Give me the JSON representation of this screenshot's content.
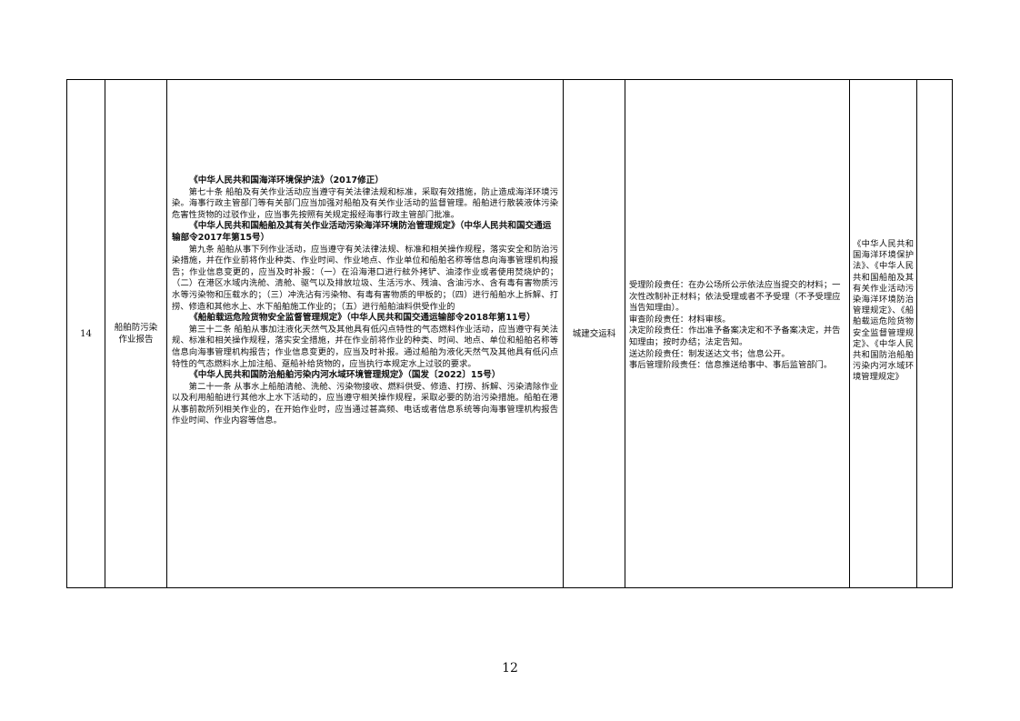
{
  "row": {
    "number": "14",
    "item_name": "船舶防污染作业报告",
    "department": "城建交运科",
    "legal_basis": [
      {
        "type": "title",
        "text": "《中华人民共和国海洋环境保护法》（2017修正）"
      },
      {
        "type": "body",
        "text": "第七十条 船舶及有关作业活动应当遵守有关法律法规和标准，采取有效措施，防止造成海洋环境污染。海事行政主管部门等有关部门应当加强对船舶及有关作业活动的监督管理。船舶进行散装液体污染危害性货物的过驳作业，应当事先按照有关规定报经海事行政主管部门批准。"
      },
      {
        "type": "title",
        "text": "《中华人民共和国船舶及其有关作业活动污染海洋环境防治管理规定》（中华人民共和国交通运输部令2017年第15号）"
      },
      {
        "type": "body",
        "text": "第九条 船舶从事下列作业活动，应当遵守有关法律法规、标准和相关操作规程，落实安全和防治污染措施，并在作业前将作业种类、作业时间、作业地点、作业单位和船舶名称等信息向海事管理机构报告；作业信息变更的，应当及时补报：（一）在沿海港口进行舷外拷铲、油漆作业或者使用焚烧炉的；（二）在港区水域内洗舱、清舱、驱气以及排放垃圾、生活污水、残油、含油污水、含有毒有害物质污水等污染物和压载水的；（三）冲洗沾有污染物、有毒有害物质的甲板的；（四）进行船舶水上拆解、打捞、修造和其他水上、水下船舶施工作业的；（五）进行船舶油料供受作业的"
      },
      {
        "type": "title",
        "text": "《船舶载运危险货物安全监督管理规定》（中华人民共和国交通运输部令2018年第11号）"
      },
      {
        "type": "body",
        "text": "第三十二条 船舶从事加注液化天然气及其他具有低闪点特性的气态燃料作业活动，应当遵守有关法规、标准和相关操作规程，落实安全措施，并在作业前将作业的种类、时间、地点、单位和船舶名称等信息向海事管理机构报告；作业信息变更的，应当及时补报。通过船舶为液化天然气及其他具有低闪点特性的气态燃料水上加注船、趸船补给货物的，应当执行本规定水上过驳的要求。"
      },
      {
        "type": "title",
        "text": "《中华人民共和国防治船舶污染内河水域环境管理规定》（国发〔2022〕15号）"
      },
      {
        "type": "body",
        "text": "第二十一条 从事水上船舶清舱、洗舱、污染物接收、燃料供受、修造、打捞、拆解、污染清除作业以及利用船舶进行其他水上水下活动的，应当遵守相关操作规程，采取必要的防治污染措施。船舶在港从事前款所列相关作业的，在开始作业时，应当通过甚高频、电话或者信息系统等向海事管理机构报告作业时间、作业内容等信息。"
      }
    ],
    "responsibilities": [
      "受理阶段责任：在办公场所公示依法应当提交的材料；一次性改制补正材料；依法受理或者不予受理（不予受理应当告知理由）。",
      "审查阶段责任：材料审核。",
      "决定阶段责任：作出准予备案决定和不予备案决定，并告知理由；按时办结；法定告知。",
      "送达阶段责任：制发送达文书；信息公开。",
      "事后管理阶段责任：信息推送给事中、事后监管部门。"
    ],
    "basis_docs": "《中华人民共和国海洋环境保护法》、《中华人民共和国船舶及其有关作业活动污染海洋环境防治管理规定》、《船舶载运危险货物安全监督管理规定》、《中华人民共和国防治船舶污染内河水域环境管理规定》",
    "blank": ""
  },
  "page": {
    "number": "12"
  }
}
